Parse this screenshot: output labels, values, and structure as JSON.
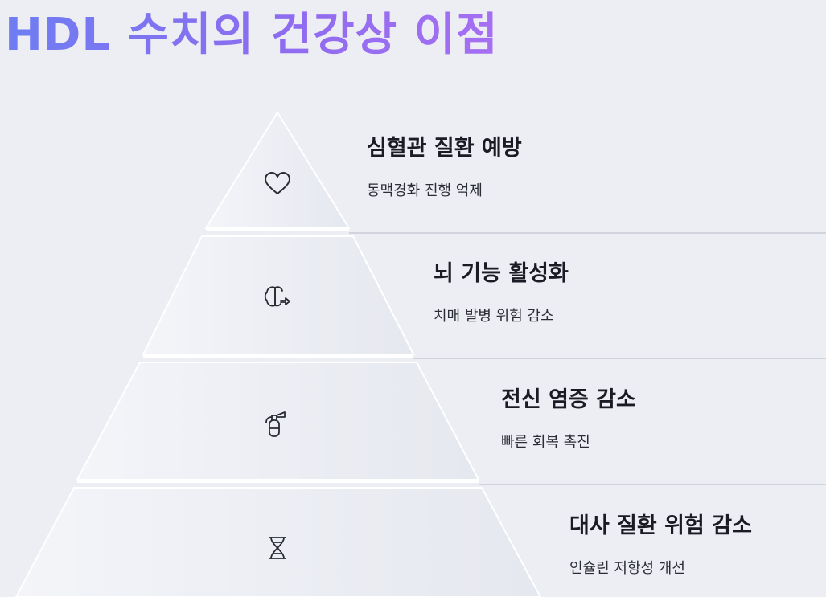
{
  "title": "HDL 수치의 건강상 이점",
  "tiers": [
    {
      "heading": "심혈관 질환 예방",
      "description": "동맥경화 진행 억제",
      "icon": "heart-icon"
    },
    {
      "heading": "뇌 기능 활성화",
      "description": "치매 발병 위험 감소",
      "icon": "brain-icon"
    },
    {
      "heading": "전신 염증 감소",
      "description": "빠른 회복 촉진",
      "icon": "fire-extinguisher-icon"
    },
    {
      "heading": "대사 질환 위험 감소",
      "description": "인슐린 저항성 개선",
      "icon": "dna-icon"
    }
  ],
  "colors": {
    "background": "#edeef3",
    "tier_fill": "#eceef4",
    "divider": "#c9ccd6",
    "title_gradient_start": "#6e7df2",
    "title_gradient_end": "#a66ff2"
  }
}
